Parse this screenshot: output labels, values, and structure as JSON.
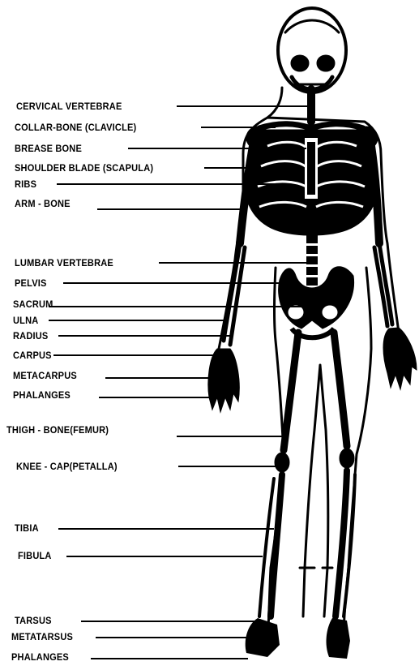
{
  "diagram": {
    "labels": {
      "cervical_vertebrae": "CERVICAL VERTEBRAE",
      "collar_bone": "COLLAR-BONE (CLAVICLE)",
      "breast_bone": "BREASE BONE",
      "shoulder_blade": "SHOULDER BLADE (SCAPULA)",
      "ribs": "RIBS",
      "arm_bone": "ARM - BONE",
      "lumbar_vertebrae": "LUMBAR VERTEBRAE",
      "pelvis": "PELVIS",
      "sacrum": "SACRUM",
      "ulna": "ULNA",
      "radius": "RADIUS",
      "carpus": "CARPUS",
      "metacarpus": "METACARPUS",
      "phalanges_hand": "PHALANGES",
      "thigh_bone": "THIGH - BONE(FEMUR)",
      "knee_cap": "KNEE - CAP(PETALLA)",
      "tibia": "TIBIA",
      "fibula": "FIBULA",
      "tarsus": "TARSUS",
      "metatarsus": "METATARSUS",
      "phalanges_foot": "PHALANGES"
    },
    "colors": {
      "ink": "#000000",
      "paper": "#ffffff"
    }
  }
}
